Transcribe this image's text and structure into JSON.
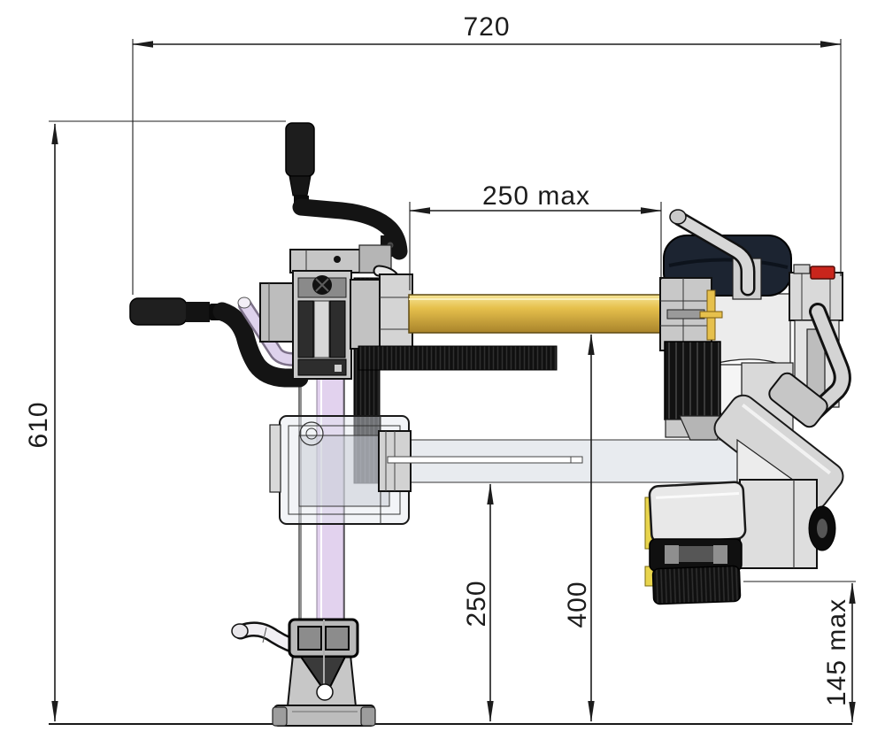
{
  "drawing": {
    "dimensions": {
      "overall_width": "720",
      "overall_height": "610",
      "reach_max": "250 max",
      "arm_clearance": "250",
      "bar_height": "400",
      "base_clearance_max": "145 max"
    },
    "colors": {
      "drill_bar": "#e6c04c",
      "column_rod": "#e2d2ee",
      "motor_cap": "#1c2431",
      "power_switch": "#c9251c",
      "gearbox_strip": "#e8d44d",
      "dimension_lines": "#1c1c1c"
    }
  }
}
